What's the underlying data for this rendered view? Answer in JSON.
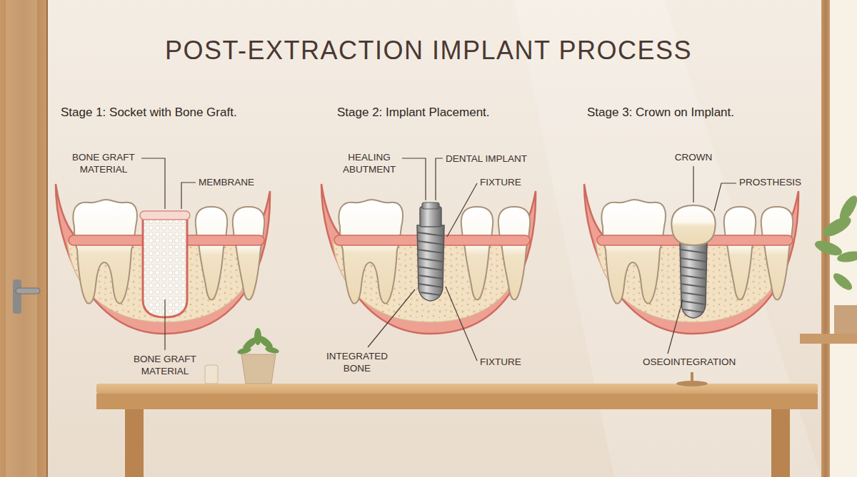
{
  "diagram": {
    "title": "POST-EXTRACTION IMPLANT PROCESS",
    "labels": [
      "Stage 1: Socket with Bone Graft.",
      "BONE GRAFT MATERIAL",
      "MEMBRANE",
      "BONE GRAFT MATERIAL",
      "Stage 2: Implant Placement.",
      "HEALING ABUTMENT",
      "DENTAL IMPLANT",
      "FIXTURE",
      "INTEGRATED BONE",
      "FIXTURE",
      "Stage 3: Crown on Implant.",
      "CROWN",
      "PROSTHESIS",
      "OSEOINTEGRATION"
    ]
  }
}
